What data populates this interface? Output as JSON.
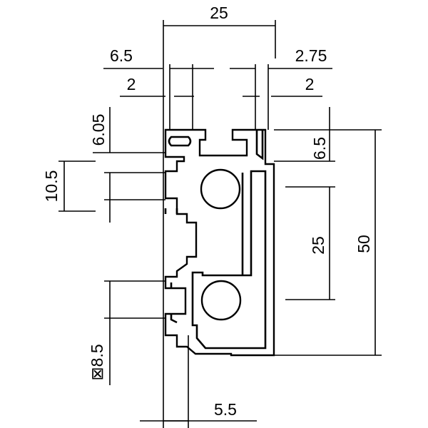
{
  "drawing": {
    "dimensions": {
      "overall_width": "25",
      "left_offset": "6.5",
      "right_offset": "2.75",
      "left_slot": "2",
      "right_slot": "2",
      "slot_depth": "6.05",
      "slot_height": "10.5",
      "top_flange": "6.5",
      "bore_pitch": "25",
      "overall_height": "50",
      "square_size": "⊠8.5",
      "bottom_width": "5.5"
    }
  }
}
